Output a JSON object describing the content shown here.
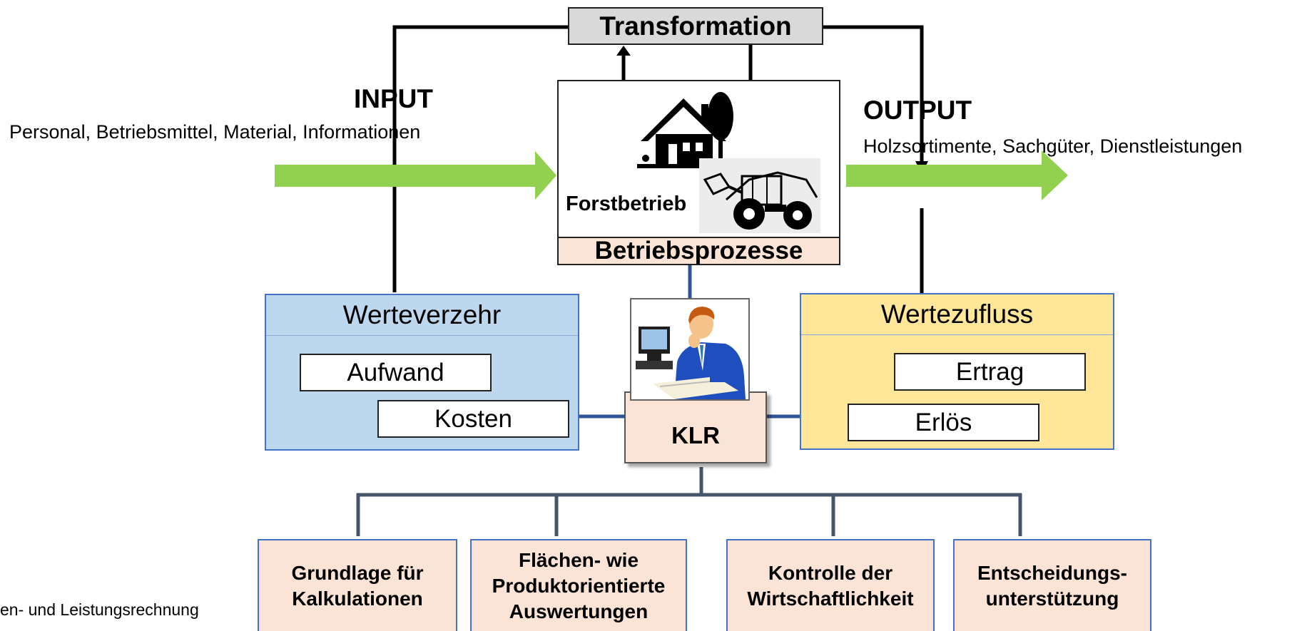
{
  "transformation": "Transformation",
  "input": {
    "title": "INPUT",
    "items": "Personal, Betriebsmittel, Material,  Informationen"
  },
  "output": {
    "title": "OUTPUT",
    "items": "Holzsortimente, Sachgüter, Dienstleistungen"
  },
  "center": {
    "forstbetrieb": "Forstbetrieb",
    "betriebsprozesse": "Betriebsprozesse"
  },
  "werteverzehr": {
    "title": "Werteverzehr",
    "aufwand": "Aufwand",
    "kosten": "Kosten"
  },
  "wertezufluss": {
    "title": "Wertezufluss",
    "ertrag": "Ertrag",
    "erloes": "Erlös"
  },
  "klr": "KLR",
  "bottom": [
    {
      "line1": "Grundlage für",
      "line2": "Kalkulationen"
    },
    {
      "line1": "Flächen- wie",
      "line2": "Produktorientierte",
      "line3": "Auswertungen"
    },
    {
      "line1": "Kontrolle der",
      "line2": "Wirtschaftlichkeit"
    },
    {
      "line1": "Entscheidungs-",
      "line2": "unterstützung"
    }
  ],
  "footnote": "en- und Leistungsrechnung",
  "colors": {
    "green_arrow": "#92d050",
    "blue_panel": "#bdd7ee",
    "yellow_panel": "#ffe699",
    "peach": "#fbe4d5",
    "connector_blue": "#2f5597",
    "tree_gray": "#44546a"
  }
}
